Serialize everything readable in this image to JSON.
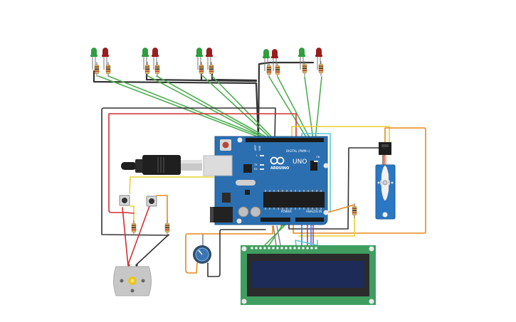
{
  "board": {
    "brand": "ARDUINO",
    "model": "UNO",
    "digital_label": "DIGITAL (PWM~)",
    "power_label": "POWER",
    "analog_label": "ANALOG IN",
    "aref_label": "AREF",
    "gnd_label": "GND",
    "tx_label": "TX",
    "rx_label": "RX",
    "l_label": "L",
    "on_label": "ON"
  },
  "colors": {
    "led_green": "#2e9e3e",
    "led_red": "#9a1d1d",
    "board_blue": "#2b6fb0",
    "lcd_pcb": "#3f9e5f",
    "lcd_screen": "#1c2b57",
    "servo_blue": "#2a77c4",
    "wire_green": "#4caf50",
    "wire_red": "#d32f2f",
    "wire_black": "#333333",
    "wire_orange": "#e8891c",
    "wire_yellow": "#e8cf2e",
    "wire_purple": "#9c3bb5",
    "wire_blue": "#2a7fd4",
    "wire_cyan": "#5bc6d9",
    "wire_gray": "#888888"
  }
}
